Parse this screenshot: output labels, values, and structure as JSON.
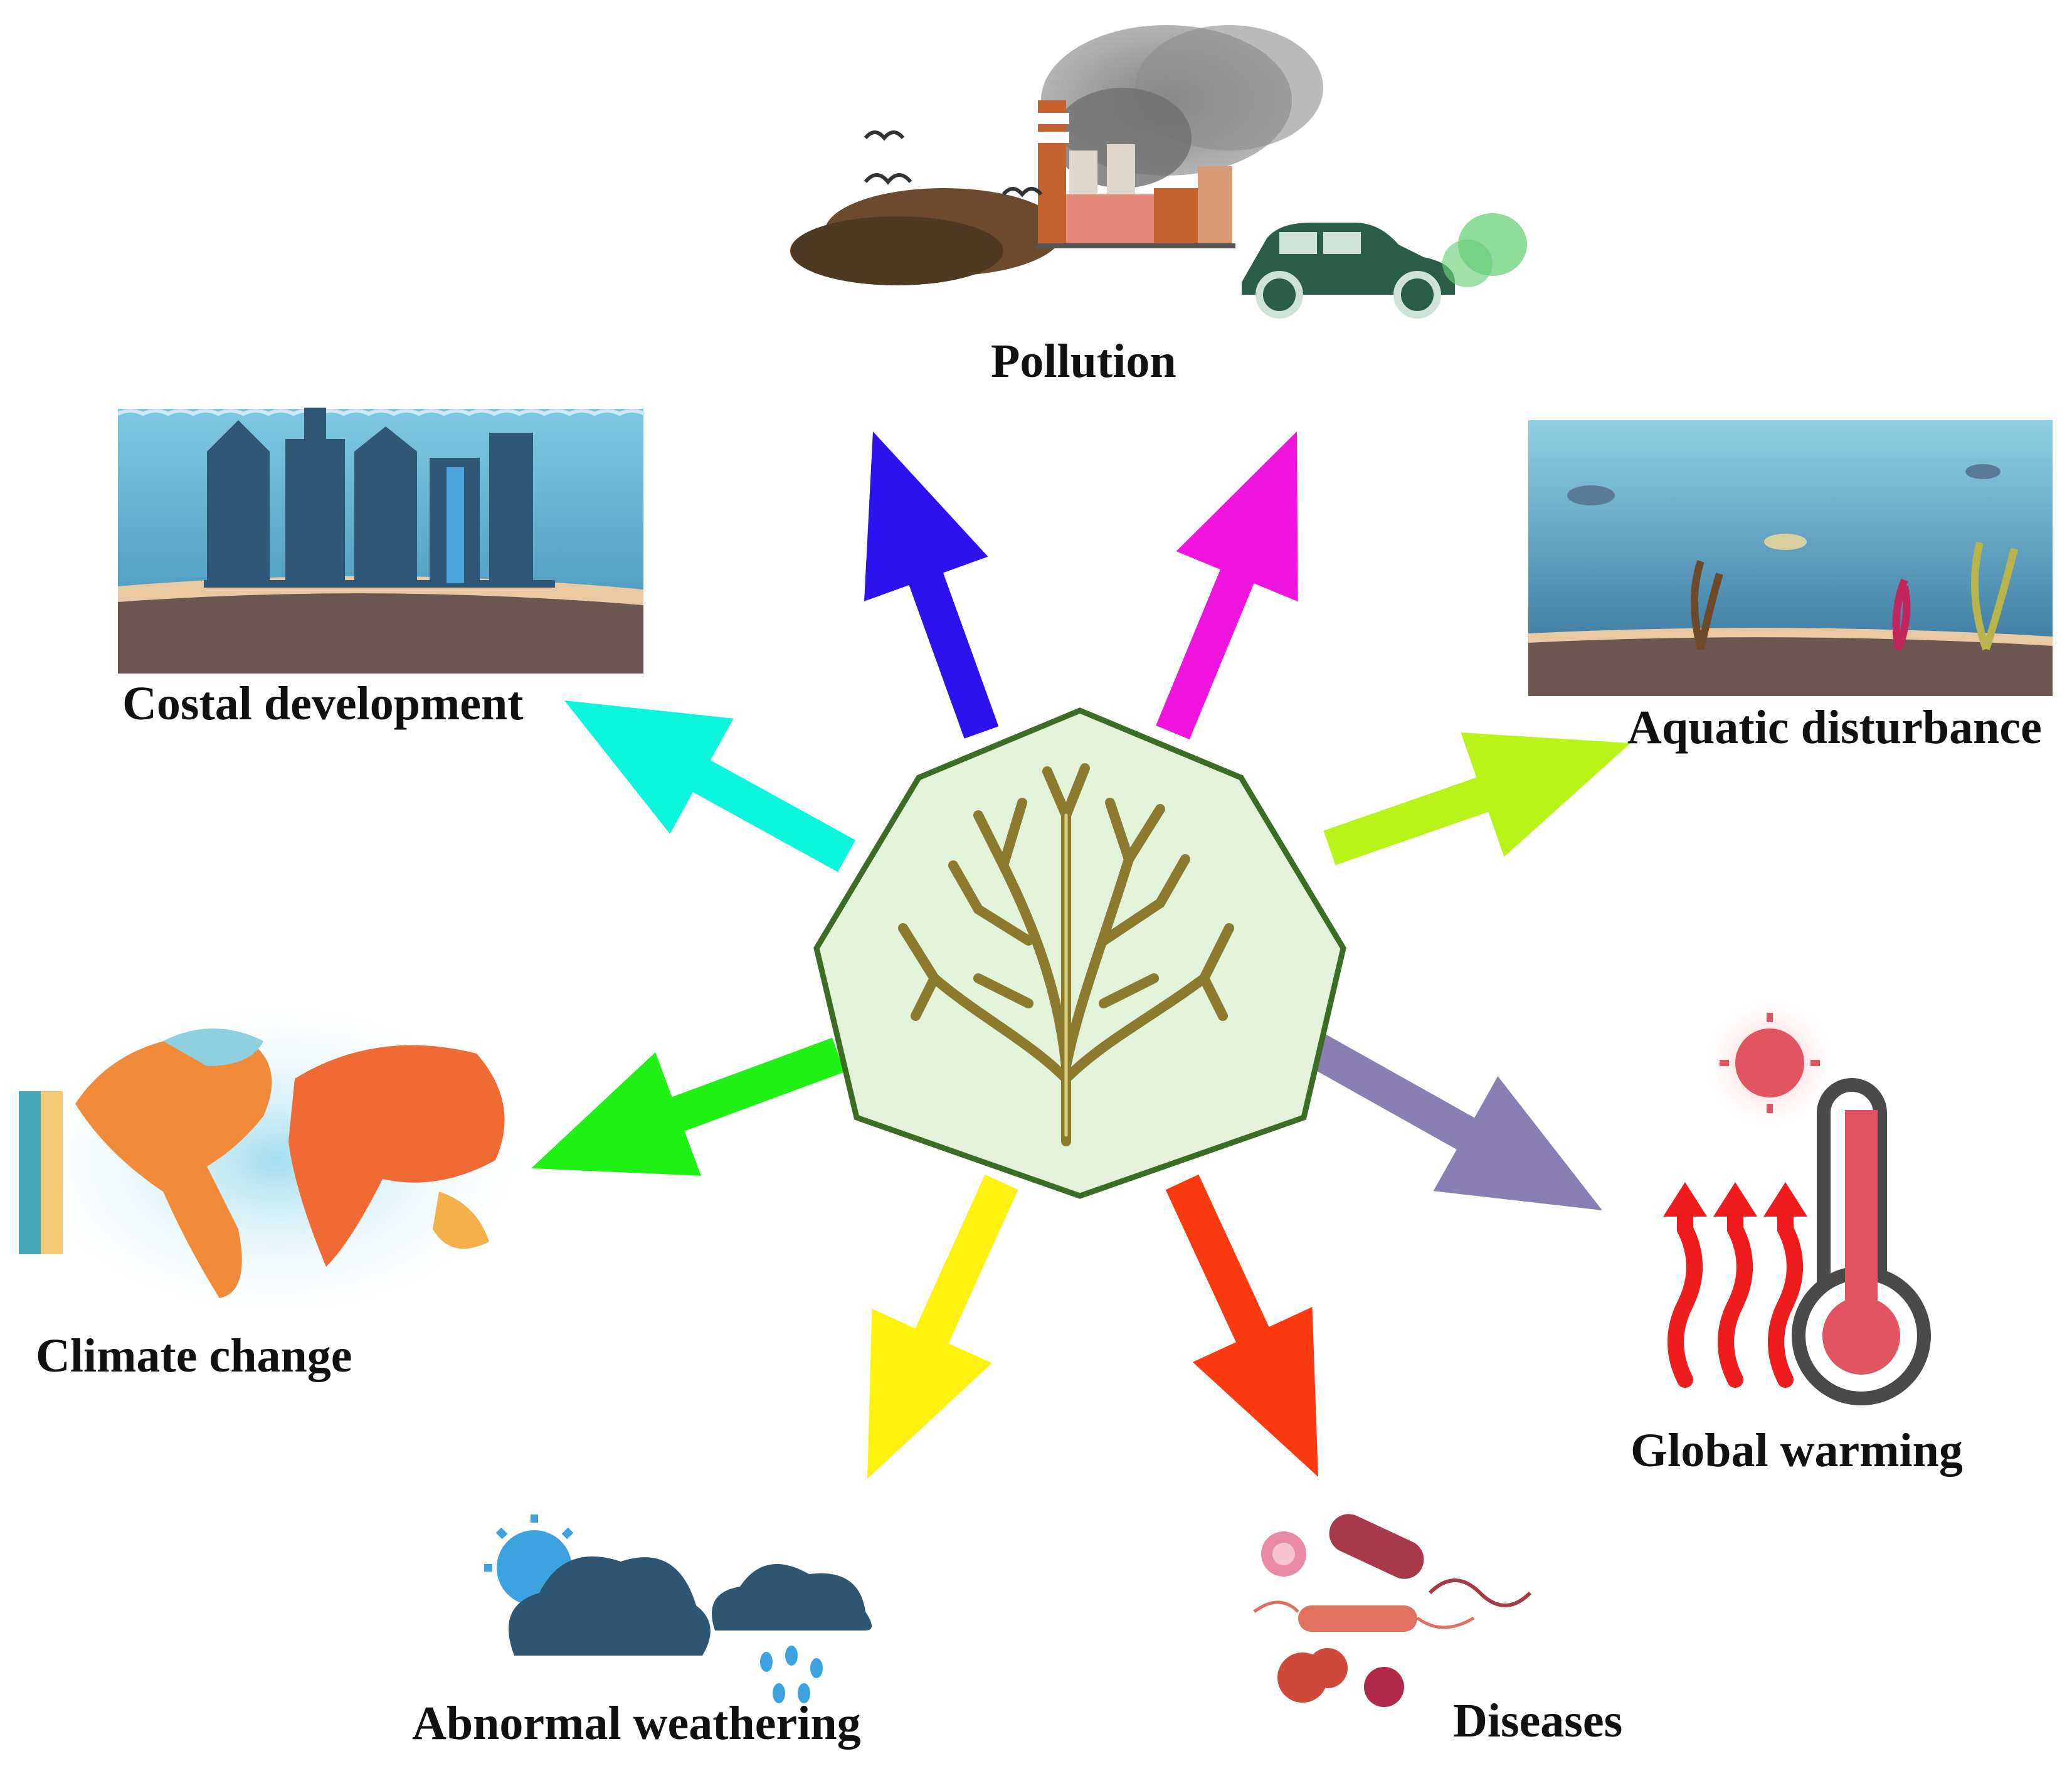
{
  "center": {
    "name": "seaweed-icon",
    "fill": "#e2f3d9",
    "stroke": "#3b6e24"
  },
  "stressors": [
    {
      "id": "pollution",
      "label": "Pollution",
      "arrow_color": "#2d12ee",
      "icon": "factory-icon"
    },
    {
      "id": "aquatic-disturbance",
      "label": "Aquatic disturbance",
      "arrow_color": "#f014df",
      "icon": "ocean-scene-icon"
    },
    {
      "id": "global-warming",
      "label": "Global warming",
      "arrow_color": "#8a7fb4",
      "icon": "thermometer-icon"
    },
    {
      "id": "diseases",
      "label": "Diseases",
      "arrow_color": "#fc3a10",
      "icon": "microbe-icon"
    },
    {
      "id": "abnormal-weathering",
      "label": "Abnormal weathering",
      "arrow_color": "#fff20f",
      "icon": "rain-cloud-icon"
    },
    {
      "id": "climate-change",
      "label": "Climate change",
      "arrow_color": "#20f114",
      "icon": "world-map-icon"
    },
    {
      "id": "costal-development",
      "label": "Costal development",
      "arrow_color": "#0cf6de",
      "icon": "city-skyline-icon"
    },
    {
      "id": "aquatic-arrow-right",
      "label": "",
      "arrow_color": "#b8f418",
      "icon": ""
    }
  ]
}
